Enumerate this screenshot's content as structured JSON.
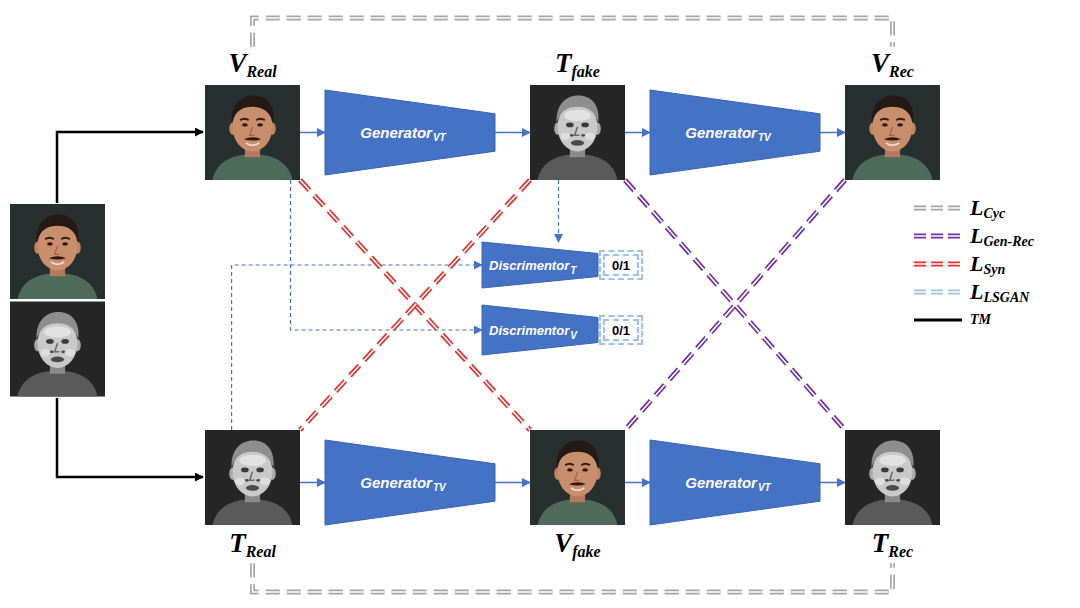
{
  "diagram": {
    "nodes": [
      {
        "text": [
          "VReal"
        ]
      },
      {
        "text": [
          "Generator",
          "VT"
        ]
      },
      {
        "text": [
          "Tfake"
        ]
      },
      {
        "text": [
          "Generator",
          "TV"
        ]
      },
      {
        "text": [
          "VRec"
        ]
      },
      {
        "text": [
          "Discrimentor",
          "T"
        ]
      },
      {
        "text": [
          "0/1"
        ]
      },
      {
        "text": [
          "Discrimentor",
          "V"
        ]
      },
      {
        "text": [
          "0/1"
        ]
      },
      {
        "text": [
          "TReal"
        ]
      },
      {
        "text": [
          "Generator",
          "TV"
        ]
      },
      {
        "text": [
          "Vfake"
        ]
      },
      {
        "text": [
          "Generator",
          "VT"
        ]
      },
      {
        "text": [
          "TRec"
        ]
      }
    ],
    "edges": [
      {
        "from": 0,
        "to": 1,
        "arrow": "to"
      },
      {
        "from": 1,
        "to": 2,
        "arrow": "to"
      },
      {
        "from": 2,
        "to": 3,
        "arrow": "to"
      },
      {
        "from": 3,
        "to": 4,
        "arrow": "to"
      },
      {
        "from": 9,
        "to": 10,
        "arrow": "to"
      },
      {
        "from": 10,
        "to": 11,
        "arrow": "to"
      },
      {
        "from": 11,
        "to": 12,
        "arrow": "to"
      },
      {
        "from": 12,
        "to": 13,
        "arrow": "to"
      },
      {
        "from": 2,
        "to": 5,
        "arrow": "to"
      },
      {
        "from": 9,
        "to": 5,
        "arrow": "to"
      },
      {
        "from": 0,
        "to": 7,
        "arrow": "to"
      },
      {
        "from": 0,
        "to": 4,
        "arrow": "none"
      },
      {
        "from": 9,
        "to": 13,
        "arrow": "none"
      },
      {
        "from": 0,
        "to": 11,
        "arrow": "none"
      },
      {
        "from": 2,
        "to": 9,
        "arrow": "none"
      },
      {
        "from": 2,
        "to": 13,
        "arrow": "none"
      },
      {
        "from": 4,
        "to": 11,
        "arrow": "none"
      }
    ],
    "legend": [
      {
        "text": "LCyc"
      },
      {
        "text": "LGen-Rec"
      },
      {
        "text": "LSyn"
      },
      {
        "text": "LLSGAN"
      },
      {
        "text": "TM"
      }
    ]
  }
}
